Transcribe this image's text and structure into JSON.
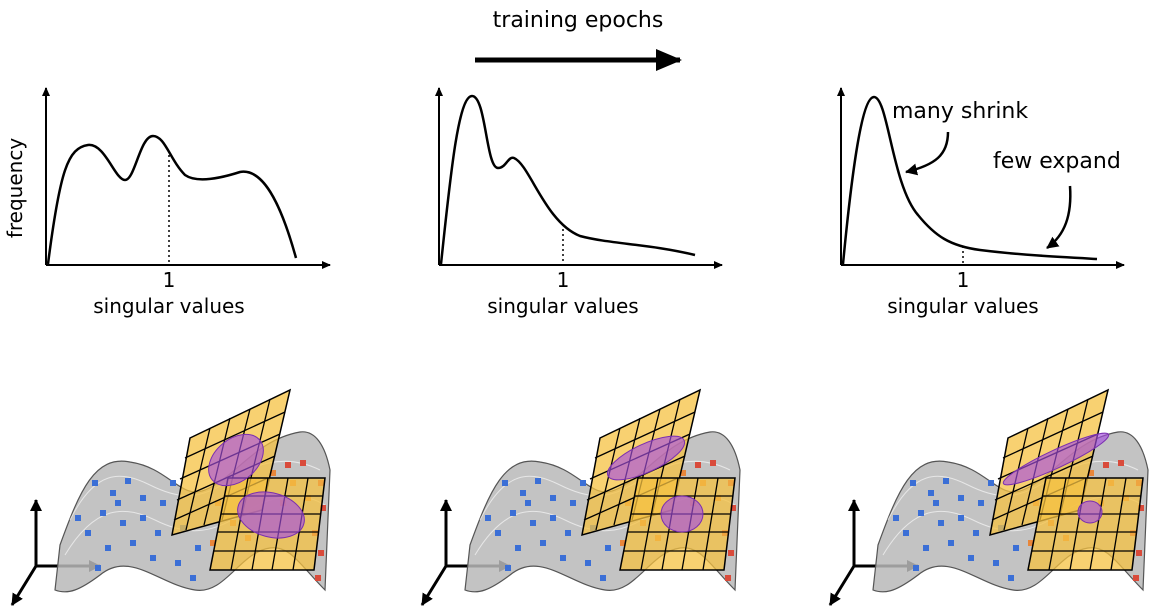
{
  "header": {
    "arrow_label": "training epochs"
  },
  "panels": [
    {
      "y_label": "frequency",
      "x_label": "singular values",
      "tick_label": "1"
    },
    {
      "y_label": "",
      "x_label": "singular values",
      "tick_label": "1"
    },
    {
      "y_label": "",
      "x_label": "singular values",
      "tick_label": "1"
    }
  ],
  "annotations": {
    "many_shrink": "many shrink",
    "few_expand": "few expand"
  },
  "colors": {
    "curve": "#000000",
    "manifold": "#b9b9b9",
    "tangent_plane": "#f5c242",
    "ellipsoid": "#a64ee0",
    "point_blue": "#3b6fd6",
    "point_red": "#d94b3b",
    "point_orange": "#e8863a"
  }
}
